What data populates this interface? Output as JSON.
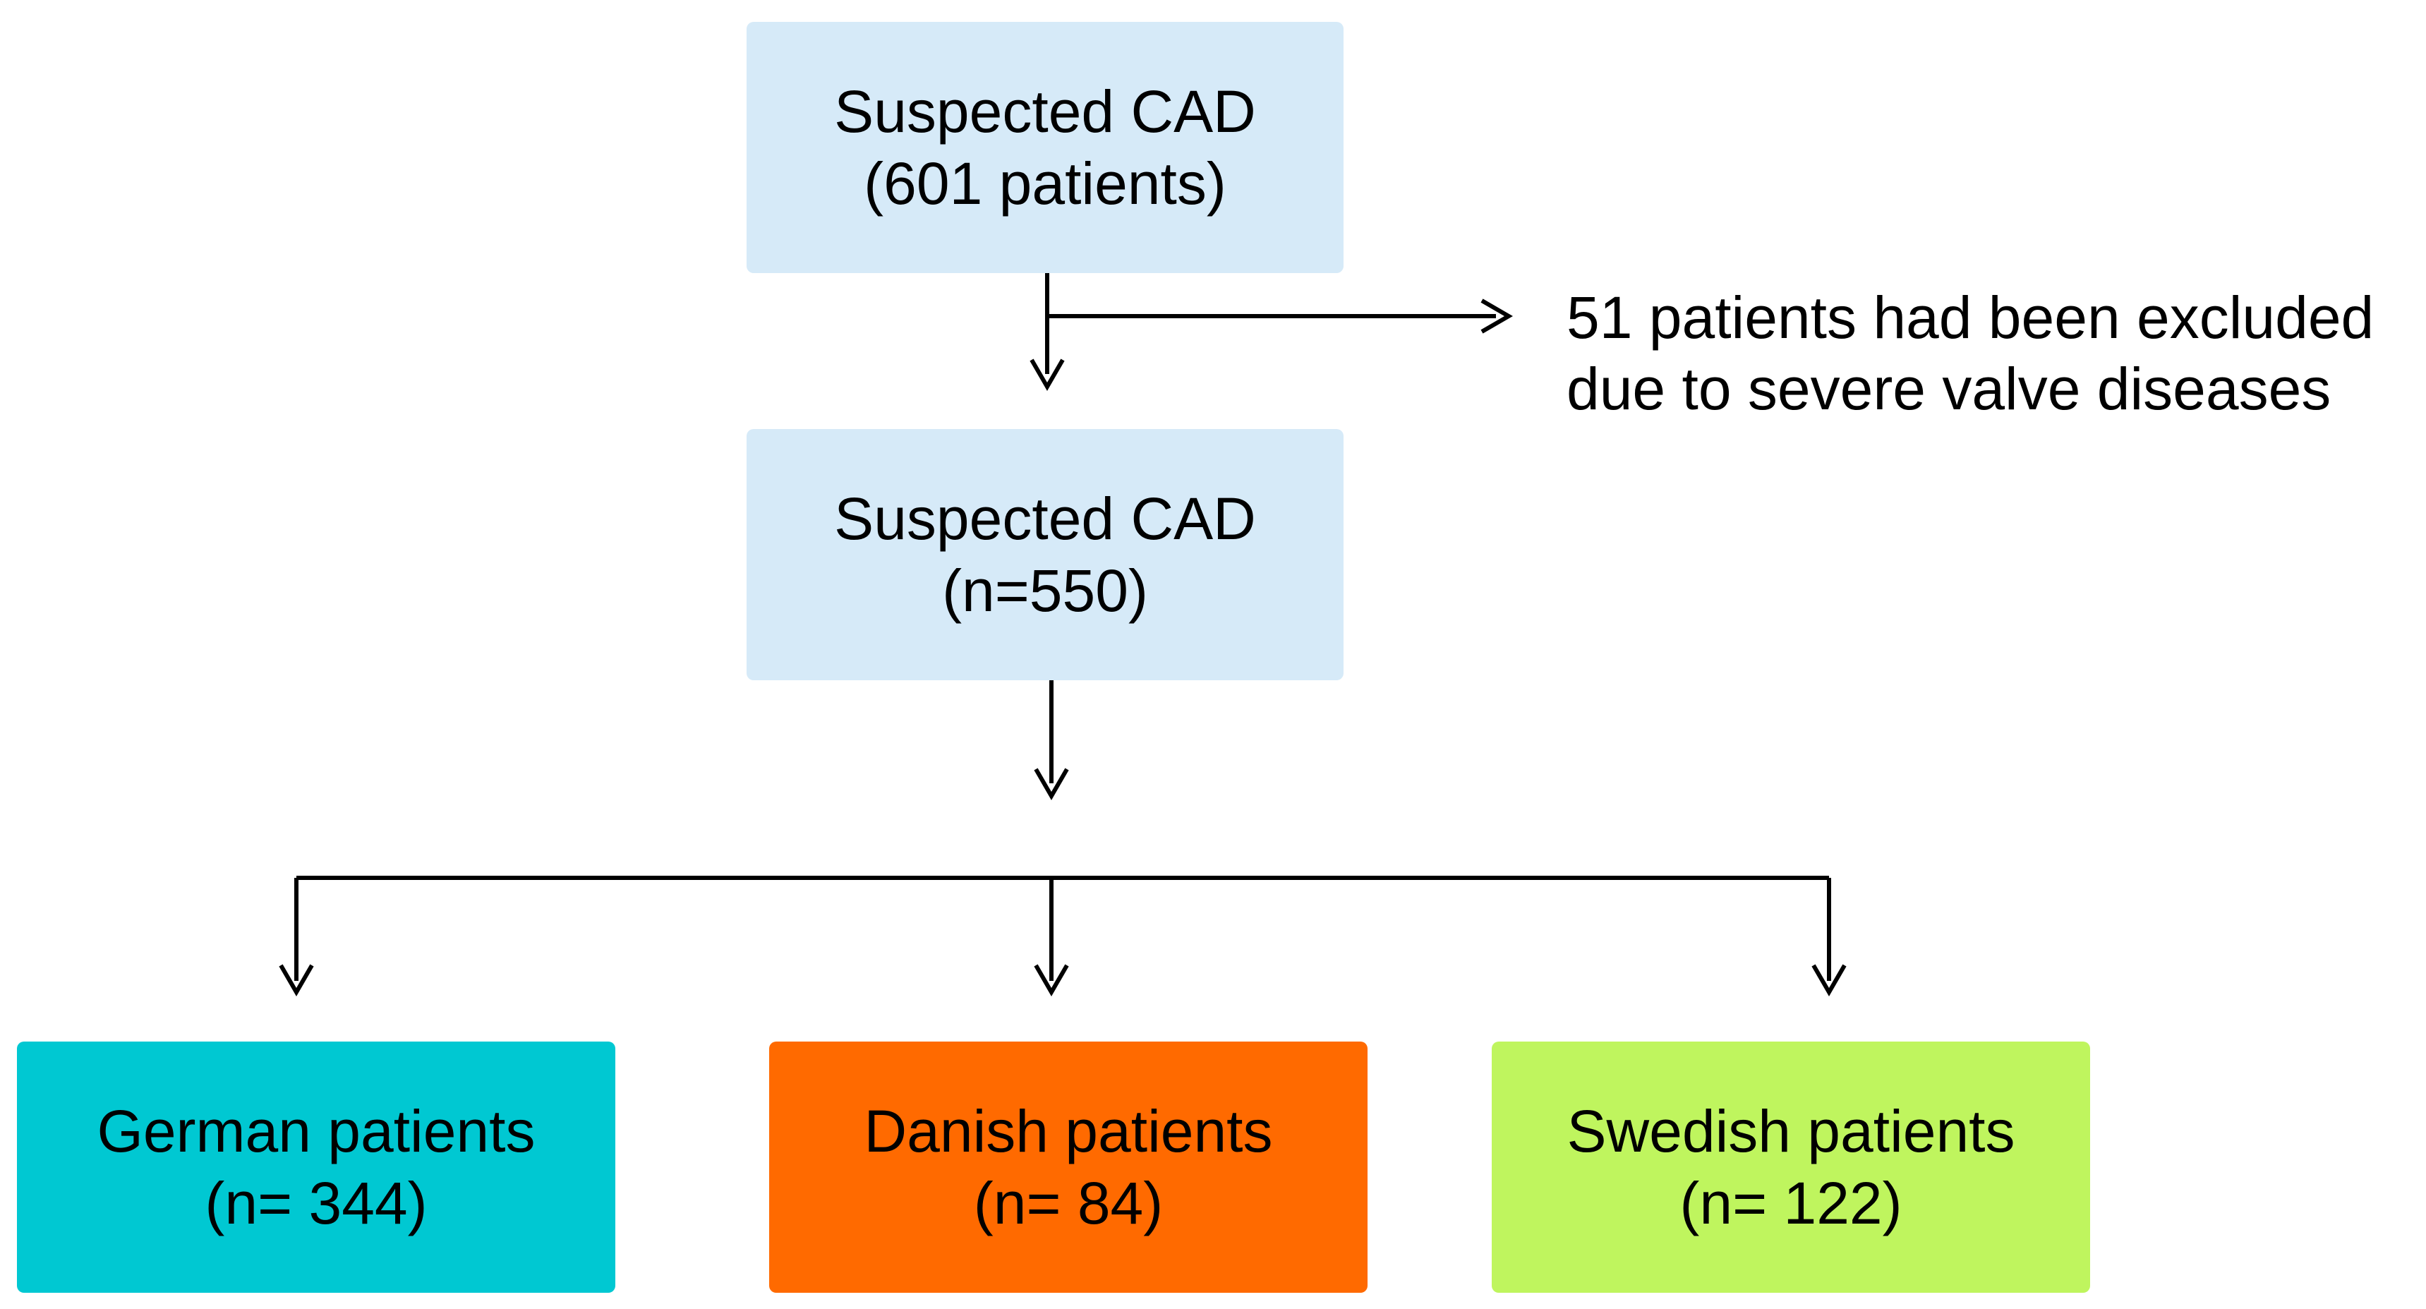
{
  "nodes": {
    "top": {
      "line1": "Suspected CAD",
      "line2": "(601 patients)",
      "color": "#d6eaf8"
    },
    "mid": {
      "line1": "Suspected CAD",
      "line2": "(n=550)",
      "color": "#d6eaf8"
    },
    "german": {
      "line1": "German patients",
      "line2": "(n= 344)",
      "color": "#00c8d2"
    },
    "danish": {
      "line1": "Danish patients",
      "line2": "(n= 84)",
      "color": "#ff6a00"
    },
    "swedish": {
      "line1": "Swedish patients",
      "line2": "(n= 122)",
      "color": "#bff55e"
    }
  },
  "exclusion": {
    "line1": "51 patients had been excluded",
    "line2": "due to severe valve diseases"
  },
  "line_color": "#000000"
}
